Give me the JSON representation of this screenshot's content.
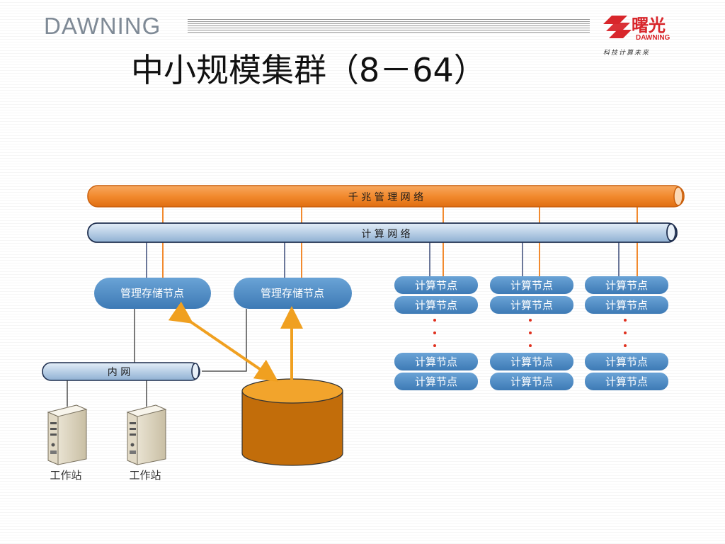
{
  "header": {
    "brand": "DAWNING",
    "title": "中小规模集群（8－64）",
    "logo_cn": "曙光",
    "logo_en": "DAWNING",
    "logo_tagline": "科技计算未来"
  },
  "diagram": {
    "gigabit_network_label": "千 兆 管 理 网 络",
    "compute_network_label": "计 算 网 络",
    "internal_network_label": "内 网",
    "mgmt_node_label": "管理存储节点",
    "compute_node_label": "计算节点",
    "workstation_label": "工作站"
  },
  "colors": {
    "orange": "#f28a2e",
    "pipe_blue": "#b8cfe6",
    "node_blue": "#4f8ec6",
    "storage": "#c26d0a",
    "storage_top": "#f2a42c",
    "arrow": "#f0a020"
  }
}
